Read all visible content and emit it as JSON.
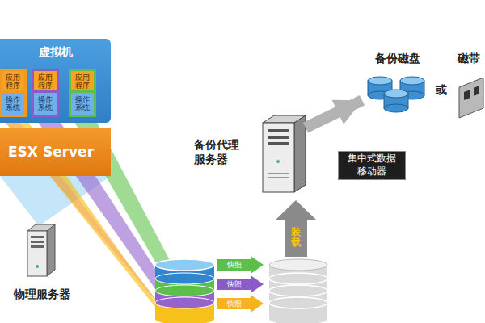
{
  "diagram": {
    "nodes": [
      {
        "text": [
          "虚拟机"
        ]
      },
      {
        "text": [
          "应用程序"
        ],
        "in": 0
      },
      {
        "text": [
          "操作系统"
        ],
        "in": 0
      },
      {
        "text": [
          "应用程序"
        ],
        "in": 0
      },
      {
        "text": [
          "操作系统"
        ],
        "in": 0
      },
      {
        "text": [
          "应用程序"
        ],
        "in": 0
      },
      {
        "text": [
          "操作系统"
        ],
        "in": 0
      },
      {
        "text": [
          "ESX Server"
        ]
      },
      {
        "text": [
          "物理服务器"
        ]
      },
      {
        "text": [
          "备份代理服务器"
        ]
      },
      {
        "text": [
          "备份磁盘"
        ]
      },
      {
        "text": [
          "磁带"
        ]
      },
      {
        "text": [
          "集中式数据移动器"
        ]
      }
    ],
    "edges": [
      {
        "from": 9,
        "to": 10,
        "arrow": "to"
      }
    ],
    "labels": [
      "快照",
      "快照",
      "快照",
      "装载",
      "或"
    ]
  }
}
